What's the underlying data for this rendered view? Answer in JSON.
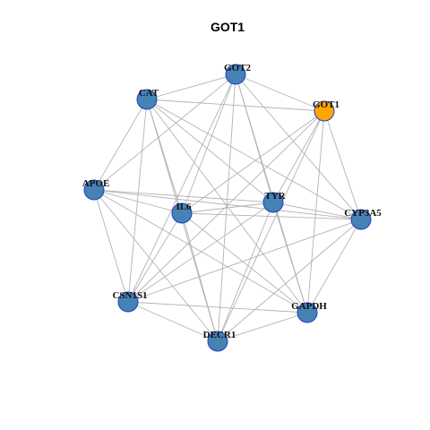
{
  "title": "GOT1",
  "colors": {
    "node_default": "#4682B4",
    "node_highlight": "#FFA500",
    "node_border": "#1F3FBF",
    "edge": "#B3B3B3"
  },
  "nodes": [
    {
      "id": "GOT2",
      "label": "GOT2",
      "highlight": false
    },
    {
      "id": "CAT",
      "label": "CAT",
      "highlight": false
    },
    {
      "id": "GOT1",
      "label": "GOT1",
      "highlight": true
    },
    {
      "id": "APOE",
      "label": "APOE",
      "highlight": false
    },
    {
      "id": "IL6",
      "label": "IL6",
      "highlight": false
    },
    {
      "id": "TYR",
      "label": "TYR",
      "highlight": false
    },
    {
      "id": "CYP3A5",
      "label": "CYP3A5",
      "highlight": false
    },
    {
      "id": "CSN1S1",
      "label": "CSN1S1",
      "highlight": false
    },
    {
      "id": "GAPDH",
      "label": "GAPDH",
      "highlight": false
    },
    {
      "id": "DECR1",
      "label": "DECR1",
      "highlight": false
    }
  ],
  "edges": [
    [
      "GOT2",
      "CAT"
    ],
    [
      "GOT2",
      "GOT1"
    ],
    [
      "GOT2",
      "APOE"
    ],
    [
      "GOT2",
      "IL6"
    ],
    [
      "GOT2",
      "TYR"
    ],
    [
      "GOT2",
      "CYP3A5"
    ],
    [
      "GOT2",
      "CSN1S1"
    ],
    [
      "GOT2",
      "GAPDH"
    ],
    [
      "GOT2",
      "DECR1"
    ],
    [
      "CAT",
      "GOT1"
    ],
    [
      "CAT",
      "APOE"
    ],
    [
      "CAT",
      "IL6"
    ],
    [
      "CAT",
      "TYR"
    ],
    [
      "CAT",
      "CYP3A5"
    ],
    [
      "CAT",
      "CSN1S1"
    ],
    [
      "CAT",
      "GAPDH"
    ],
    [
      "CAT",
      "DECR1"
    ],
    [
      "GOT1",
      "IL6"
    ],
    [
      "GOT1",
      "TYR"
    ],
    [
      "GOT1",
      "CYP3A5"
    ],
    [
      "GOT1",
      "CSN1S1"
    ],
    [
      "GOT1",
      "GAPDH"
    ],
    [
      "GOT1",
      "DECR1"
    ],
    [
      "APOE",
      "IL6"
    ],
    [
      "APOE",
      "TYR"
    ],
    [
      "APOE",
      "CYP3A5"
    ],
    [
      "APOE",
      "CSN1S1"
    ],
    [
      "APOE",
      "GAPDH"
    ],
    [
      "APOE",
      "DECR1"
    ],
    [
      "IL6",
      "TYR"
    ],
    [
      "IL6",
      "CYP3A5"
    ],
    [
      "IL6",
      "CSN1S1"
    ],
    [
      "IL6",
      "GAPDH"
    ],
    [
      "IL6",
      "DECR1"
    ],
    [
      "TYR",
      "CYP3A5"
    ],
    [
      "TYR",
      "CSN1S1"
    ],
    [
      "TYR",
      "GAPDH"
    ],
    [
      "TYR",
      "DECR1"
    ],
    [
      "CYP3A5",
      "CSN1S1"
    ],
    [
      "CYP3A5",
      "GAPDH"
    ],
    [
      "CYP3A5",
      "DECR1"
    ],
    [
      "CSN1S1",
      "GAPDH"
    ],
    [
      "CSN1S1",
      "DECR1"
    ],
    [
      "GAPDH",
      "DECR1"
    ]
  ]
}
